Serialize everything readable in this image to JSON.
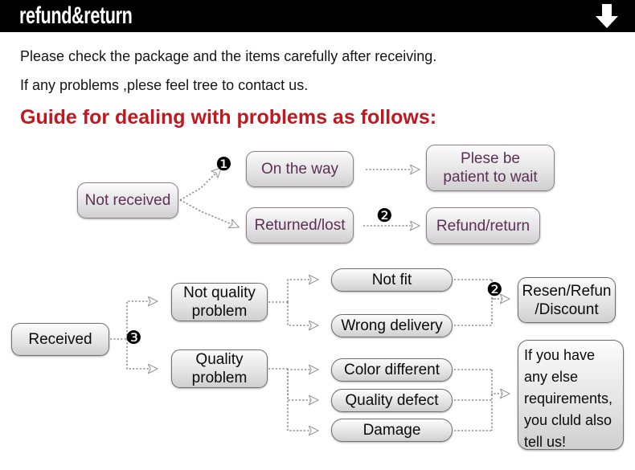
{
  "header": {
    "title": "refund&return",
    "arrow_icon": "down-arrow-icon"
  },
  "intro": {
    "line1": "Please check the package and the items carefully after receiving.",
    "line2": "If any problems ,plese feel tree to contact us.",
    "heading": "Guide for dealing with problems as follows:"
  },
  "colors": {
    "header_bg": "#000000",
    "header_text": "#ffffff",
    "heading_red": "#c0181f",
    "node_purple_text": "#5d2f55",
    "node_dark_text": "#0a0a0a",
    "node_border_purple": "#8b7f8c",
    "node_border_dark": "#6f6f6f",
    "connector": "#8a8a8a",
    "page_bg": "#ffffff"
  },
  "flow_not_received": {
    "step_badge": "❶",
    "step_badge_2": "❷",
    "source": "Not received",
    "branch_on_the_way": "On the way",
    "branch_returned_lost": "Returned/lost",
    "outcome_wait": "Plese be\npatient to wait",
    "outcome_refund": "Refund/return"
  },
  "flow_received": {
    "step_badge_3": "❸",
    "step_badge_2": "❷",
    "source": "Received",
    "branch_not_quality": "Not quality\nproblem",
    "branch_quality": "Quality\nproblem",
    "reasons_not_quality": [
      "Not fit",
      "Wrong delivery"
    ],
    "reasons_quality": [
      "Color different",
      "Quality defect",
      "Damage"
    ],
    "outcome_resend": "Resen/Refun\n/Discount",
    "note": "If you have\nany else\nrequirements,\nyou cluld also\ntell us!"
  }
}
